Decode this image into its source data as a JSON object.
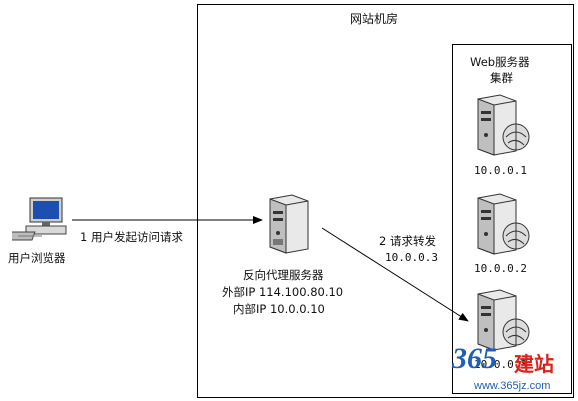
{
  "machine_room": {
    "title": "网站机房"
  },
  "cluster": {
    "title_line1": "Web服务器",
    "title_line2": "集群"
  },
  "user": {
    "label": "用户浏览器"
  },
  "proxy": {
    "label": "反向代理服务器",
    "external": "外部IP 114.100.80.10",
    "internal": "内部IP 10.0.0.10"
  },
  "web_servers": [
    {
      "ip": "10.0.0.1"
    },
    {
      "ip": "10.0.0.2"
    },
    {
      "ip": "10.0.0.3"
    }
  ],
  "steps": {
    "step1": "1 用户发起访问请求",
    "step2_line1": "2 请求转发",
    "step2_line2": "10.0.0.3"
  },
  "watermark": {
    "brand": "365",
    "brand_cn": "建站",
    "url": "www.365jz.com"
  },
  "icons": {
    "browser": "computer-icon",
    "proxy": "server-icon",
    "web": "server-globe-icon"
  },
  "colors": {
    "watermark_blue": "#1f5fb8",
    "watermark_red": "#d8231c",
    "line": "#000000"
  }
}
